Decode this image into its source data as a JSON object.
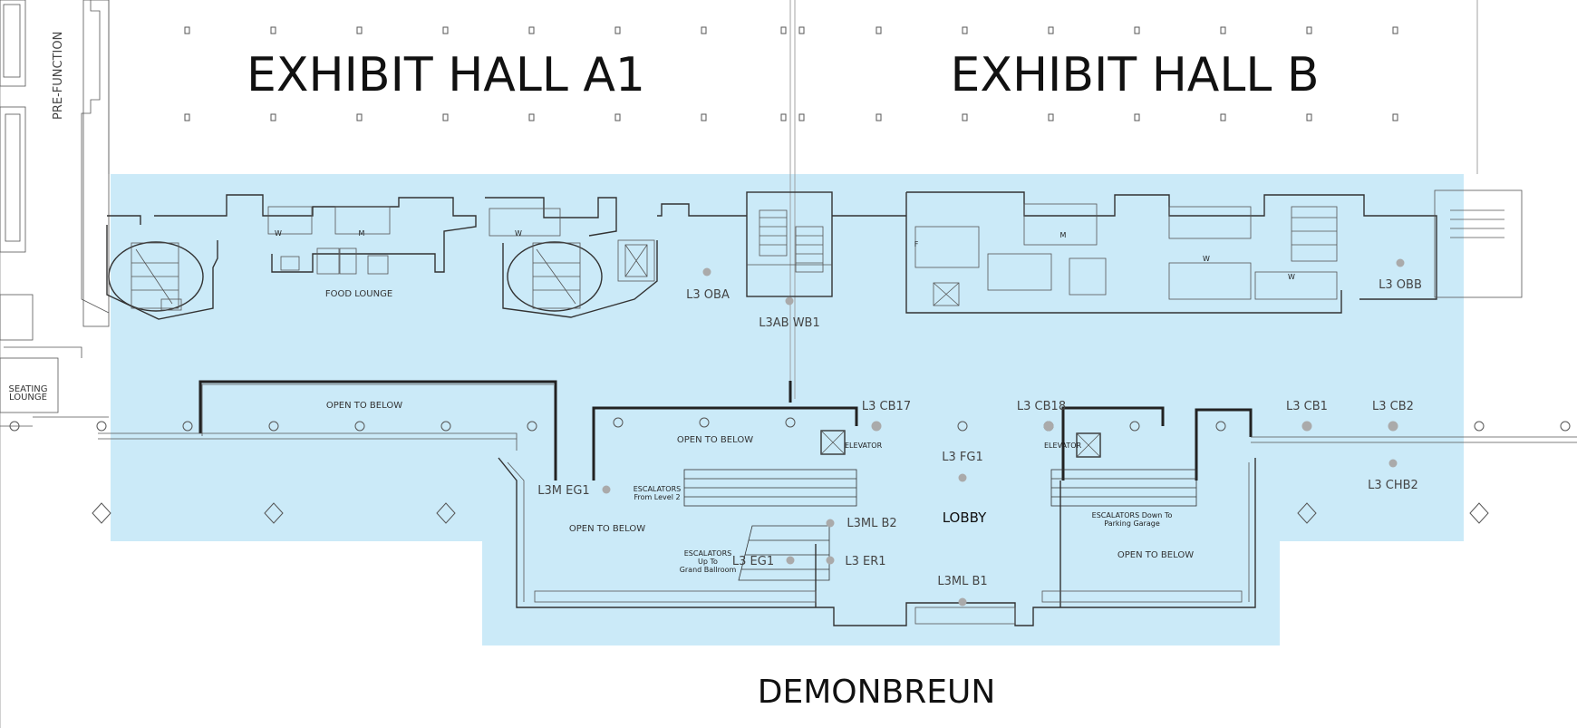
{
  "colors": {
    "highlight": "#cbeaf8",
    "walls": "#333333",
    "marker": "#a8a8a8"
  },
  "halls": {
    "a1": "EXHIBIT HALL A1",
    "b": "EXHIBIT HALL B"
  },
  "street": "DEMONBREUN",
  "side": {
    "prefunction": "PRE-FUNCTION",
    "seating_line1": "SEATING",
    "seating_line2": "LOUNGE"
  },
  "areas": {
    "food_lounge": "FOOD LOUNGE",
    "open1": "OPEN TO BELOW",
    "open2": "OPEN TO BELOW",
    "open3": "OPEN TO BELOW",
    "open4": "OPEN TO BELOW",
    "lobby": "LOBBY",
    "elevator1": "ELEVATOR",
    "elevator2": "ELEVATOR",
    "esc_level2_line1": "ESCALATORS",
    "esc_level2_line2": "From Level 2",
    "esc_ballroom_line1": "ESCALATORS",
    "esc_ballroom_line2": "Up To",
    "esc_ballroom_line3": "Grand Ballroom",
    "esc_garage_line1": "ESCALATORS Down To",
    "esc_garage_line2": "Parking Garage"
  },
  "restrooms": {
    "w1": "W",
    "m1": "M",
    "w2": "W",
    "m2": "M",
    "w3": "W",
    "w4": "W",
    "f1": "F"
  },
  "locations": {
    "l3_oba": "L3 OBA",
    "l3ab_wb1": "L3AB WB1",
    "l3_obb": "L3 OBB",
    "l3_cb17": "L3 CB17",
    "l3_cb18": "L3 CB18",
    "l3_cb1": "L3 CB1",
    "l3_cb2": "L3 CB2",
    "l3_fg1": "L3 FG1",
    "l3_chb2": "L3 CHB2",
    "l3m_eg1": "L3M EG1",
    "l3ml_b2": "L3ML B2",
    "l3_eg1": "L3 EG1",
    "l3_er1": "L3 ER1",
    "l3ml_b1": "L3ML B1"
  }
}
